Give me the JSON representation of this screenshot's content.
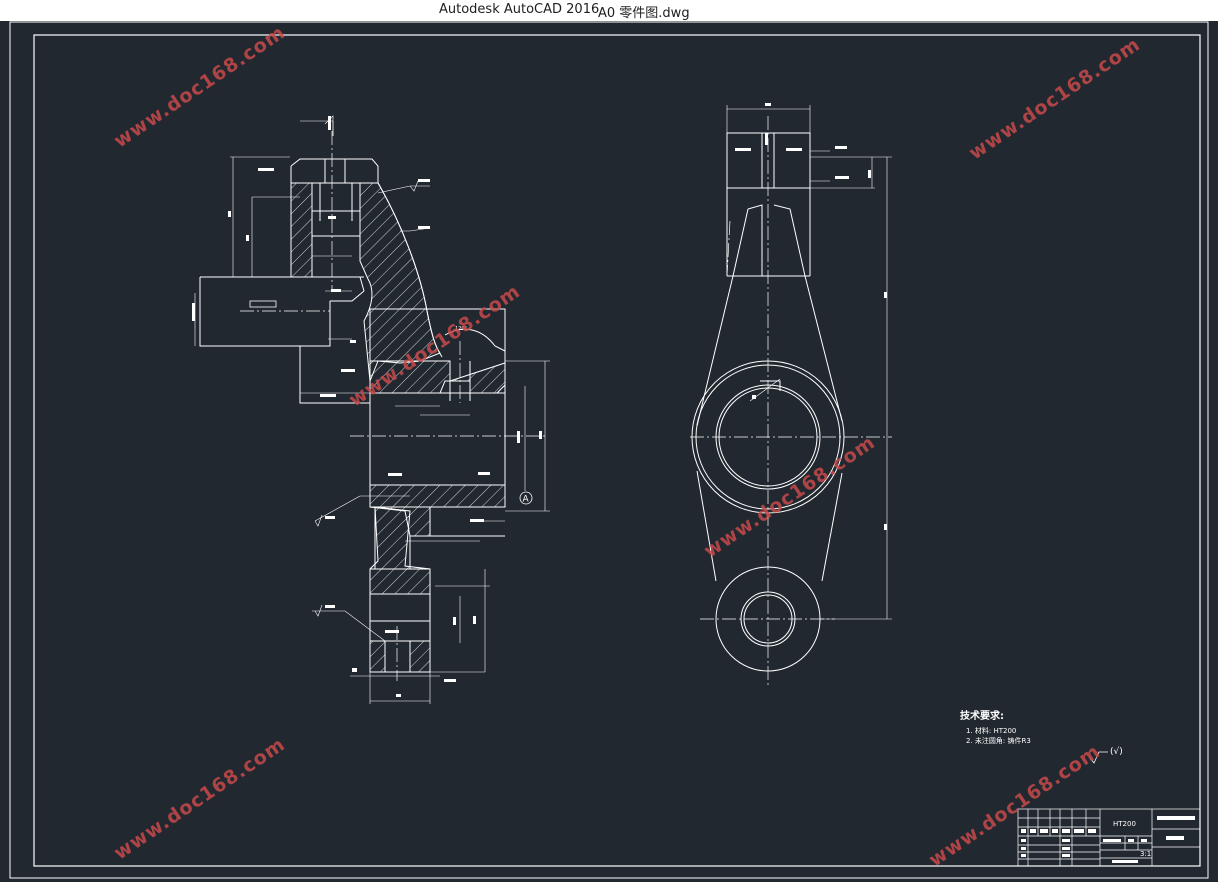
{
  "window": {
    "app_title": "Autodesk AutoCAD 2016",
    "file_title": "A0 零件图.dwg"
  },
  "watermark": {
    "text": "www.doc168.com",
    "color": "#c84a4a"
  },
  "drawing": {
    "background": "#212830",
    "line_color": "#ffffff",
    "datum_label": "A",
    "angle_label": "120°"
  },
  "technical_requirements": {
    "heading": "技术要求:",
    "items": [
      "1. 材料: HT200",
      "2. 未注圆角: 铸件R3"
    ],
    "roughness_note": "(√)"
  },
  "title_block": {
    "material": "HT200",
    "scale": "3:1"
  }
}
